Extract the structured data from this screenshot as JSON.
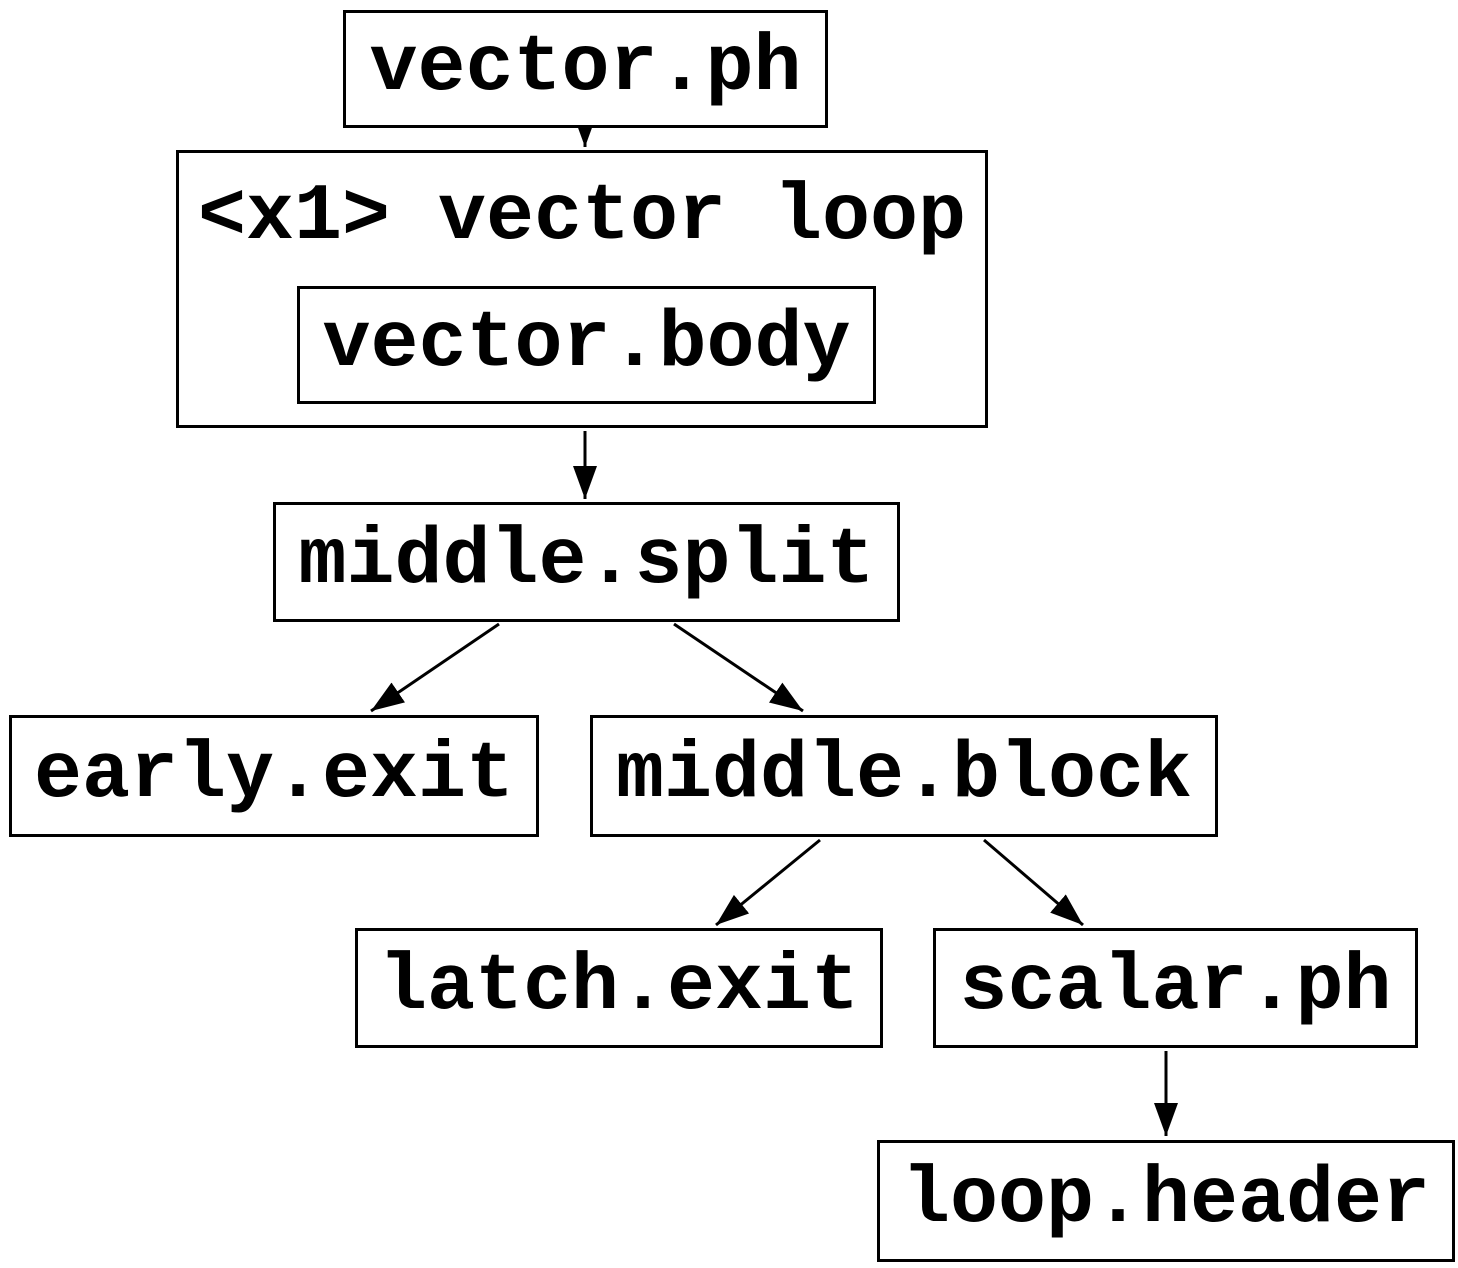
{
  "diagram": {
    "kind": "control-flow-graph",
    "colors": {
      "background": "#ffffff",
      "stroke": "#000000",
      "text": "#000000"
    },
    "nodes": {
      "vector_ph": {
        "label": "vector.ph"
      },
      "vector_loop": {
        "label": "<x1> vector loop",
        "type": "cluster"
      },
      "vector_body": {
        "label": "vector.body",
        "parent": "<x1> vector loop"
      },
      "middle_split": {
        "label": "middle.split"
      },
      "early_exit": {
        "label": "early.exit"
      },
      "middle_block": {
        "label": "middle.block"
      },
      "latch_exit": {
        "label": "latch.exit"
      },
      "scalar_ph": {
        "label": "scalar.ph"
      },
      "loop_header": {
        "label": "loop.header"
      }
    },
    "edges": [
      {
        "from": "vector.ph",
        "to": "<x1> vector loop"
      },
      {
        "from": "<x1> vector loop",
        "to": "middle.split"
      },
      {
        "from": "middle.split",
        "to": "early.exit"
      },
      {
        "from": "middle.split",
        "to": "middle.block"
      },
      {
        "from": "middle.block",
        "to": "latch.exit"
      },
      {
        "from": "middle.block",
        "to": "scalar.ph"
      },
      {
        "from": "scalar.ph",
        "to": "loop.header"
      }
    ]
  }
}
